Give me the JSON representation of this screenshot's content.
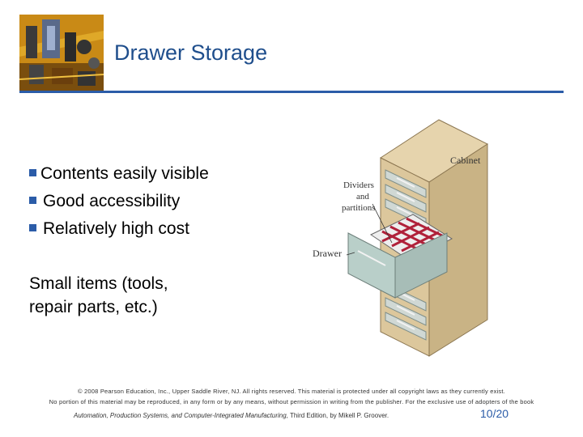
{
  "slide": {
    "title": "Drawer Storage",
    "bullets": [
      "Contents easily visible",
      "Good accessibility",
      "Relatively high cost"
    ],
    "note_lines": [
      "Small items (tools,",
      "repair parts, etc.)"
    ]
  },
  "figure": {
    "cabinet_label": "Cabinet",
    "dividers_label_lines": [
      "Dividers",
      "and",
      "partitions"
    ],
    "drawer_label": "Drawer"
  },
  "footer": {
    "line1": "© 2008 Pearson Education, Inc., Upper Saddle River, NJ. All rights reserved. This material is protected under all copyright laws as they currently exist.",
    "line2": "No portion of this material may be reproduced, in any form or by any means, without permission in writing from the publisher. For the exclusive use of adopters of the book",
    "book_title": "Automation, Production Systems, and Computer-Integrated Manufacturing",
    "book_rest": ", Third Edition, by Mikell P. Groover.",
    "page": "10/20"
  },
  "colors": {
    "title": "#1f4e8c",
    "rule": "#2b5ca8",
    "cabinet": "#d9c49a",
    "drawer": "#b9cfc9",
    "dividers": "#b0213a"
  }
}
